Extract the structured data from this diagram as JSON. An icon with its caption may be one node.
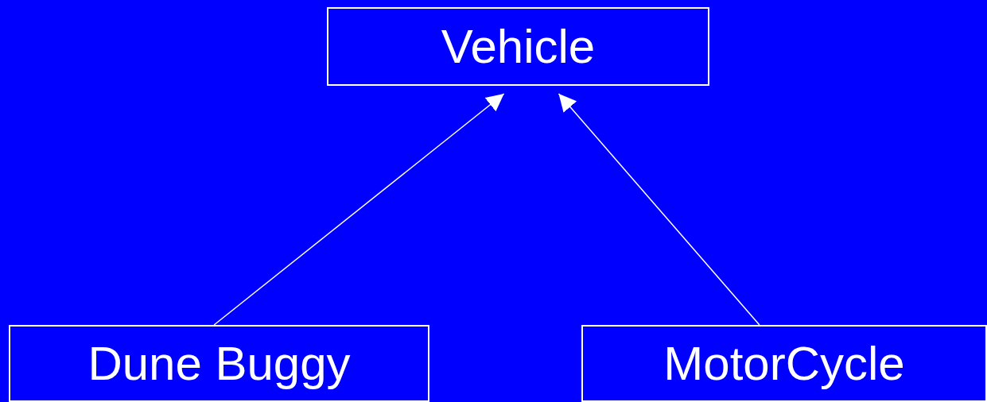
{
  "diagram": {
    "nodes": [
      {
        "text": [
          "Vehicle"
        ]
      },
      {
        "text": [
          "Dune Buggy"
        ]
      },
      {
        "text": [
          "MotorCycle"
        ]
      }
    ],
    "edges": [
      {
        "from": 1,
        "to": 0,
        "arrow": "to"
      },
      {
        "from": 2,
        "to": 0,
        "arrow": "to"
      }
    ]
  }
}
